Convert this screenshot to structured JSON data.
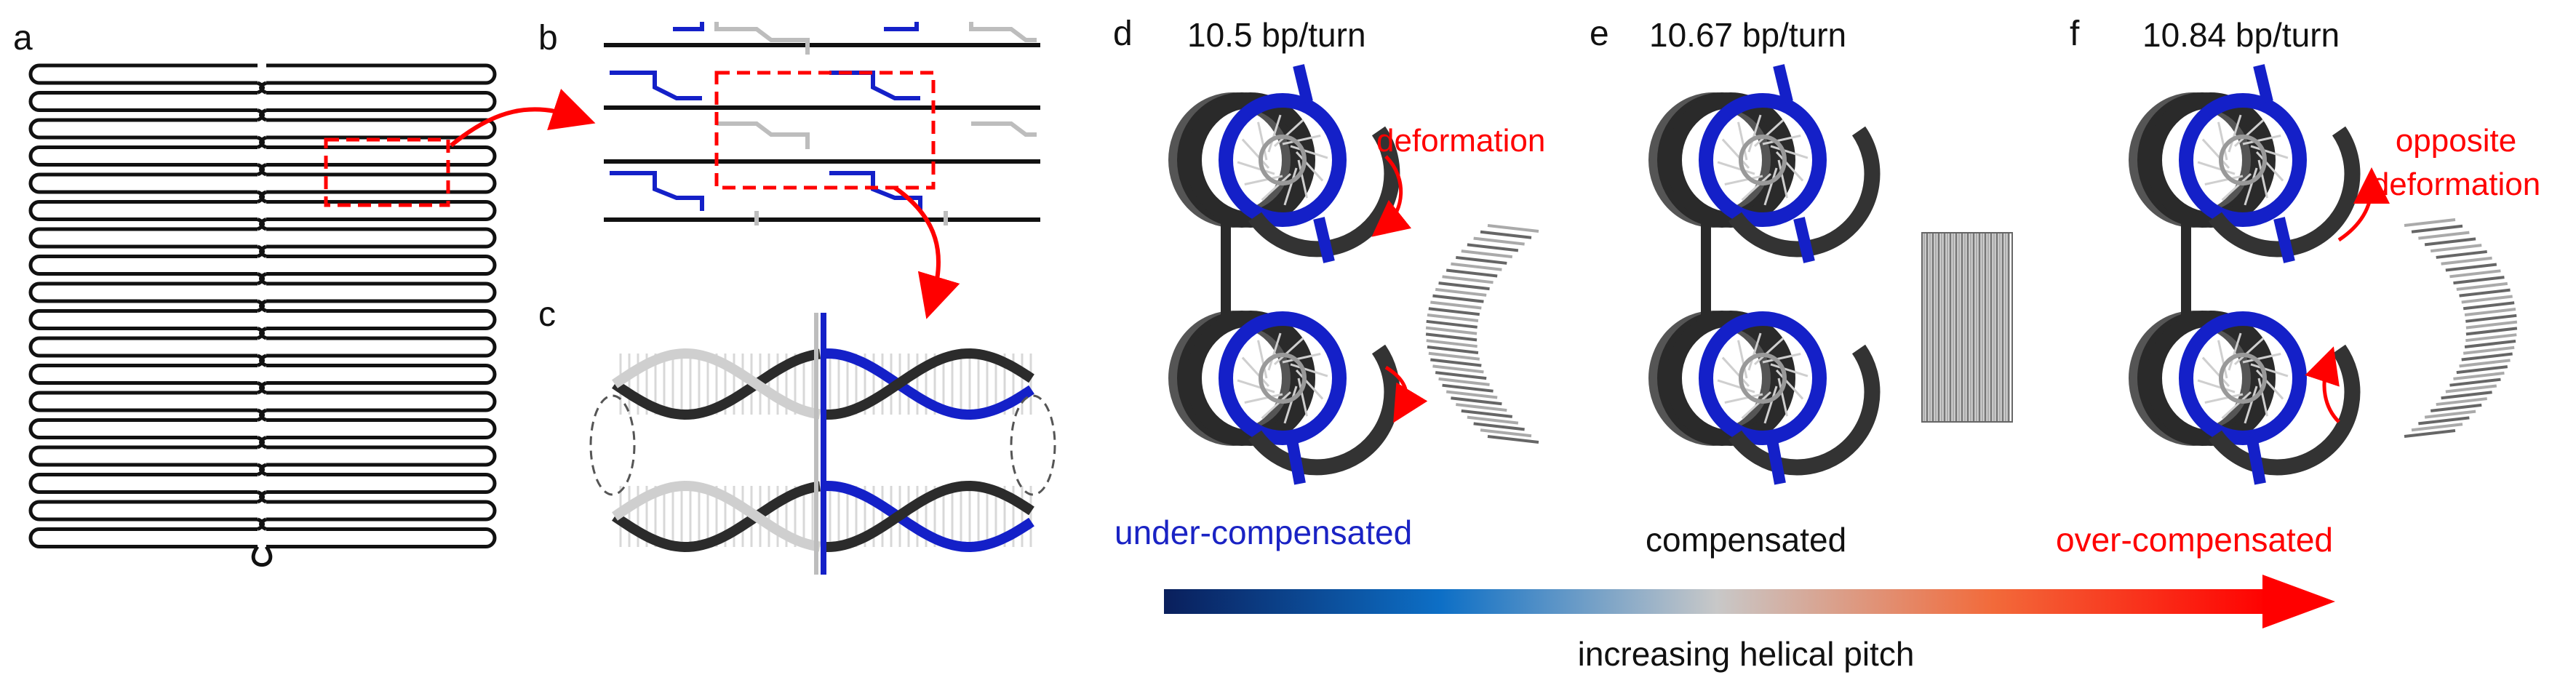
{
  "panels": {
    "a": {
      "label": "a"
    },
    "b": {
      "label": "b"
    },
    "c": {
      "label": "c"
    },
    "d": {
      "label": "d",
      "title": "10.5 bp/turn",
      "caption": "under-compensated",
      "note": "deformation"
    },
    "e": {
      "label": "e",
      "title": "10.67 bp/turn",
      "caption": "compensated"
    },
    "f": {
      "label": "f",
      "title": "10.84 bp/turn",
      "caption": "over-compensated",
      "note_line1": "opposite",
      "note_line2": "deformation"
    }
  },
  "gradient_arrow": {
    "label": "increasing helical pitch",
    "colors": [
      "#0a1f5c",
      "#0d6fc6",
      "#c8c8c8",
      "#f26a3a",
      "#ff0000"
    ]
  },
  "colors": {
    "accent_red": "#ff0000",
    "blue": "#1420c8",
    "dark_gray": "#2b2b2b",
    "light_gray": "#bdbdbd",
    "caption_blue": "#1a23c4"
  }
}
